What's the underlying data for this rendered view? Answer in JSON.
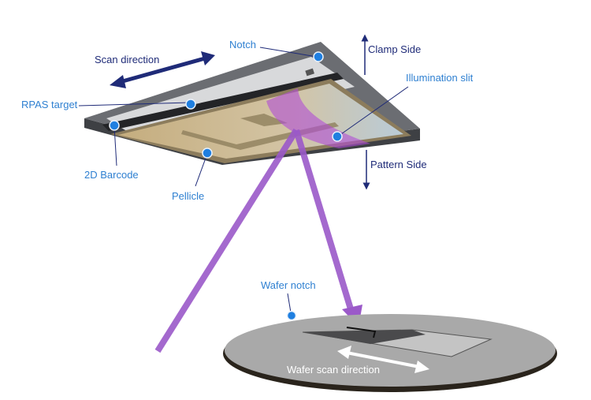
{
  "labels": {
    "scan_direction": "Scan direction",
    "notch": "Notch",
    "clamp_side": "Clamp Side",
    "illumination_slit": "Illumination slit",
    "pattern_side": "Pattern Side",
    "rpas_target": "RPAS target",
    "barcode": "2D Barcode",
    "pellicle": "Pellicle",
    "wafer_notch": "Wafer notch",
    "wafer_scan_direction": "Wafer scan direction"
  },
  "colors": {
    "callout_label": "#2f80d1",
    "direction_label": "#1f2b78",
    "marker_dot": "#1f7fe0",
    "beam": "#9b59c9",
    "reticle_frame": "#5d5f63",
    "pellicle": "#c9b690",
    "wafer": "#a8a8a8"
  }
}
